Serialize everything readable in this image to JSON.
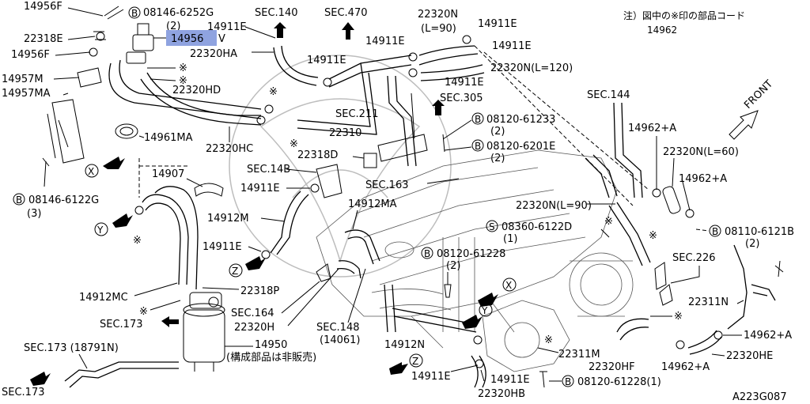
{
  "note": {
    "line1": "注）図中の※印の部品コード",
    "line2": "14962"
  },
  "figure_code": "A223G087",
  "front_label": "FRONT",
  "highlight_color": "#8fa3e0",
  "labels": {
    "p14956F_top": "14956F",
    "b08146_6252G": "08146-6252G",
    "b08146_6252G_qty": "(2)",
    "p22318E": "22318E",
    "p14956F_low": "14956F",
    "p14956_hl": "14956",
    "p14956_suffix": "V",
    "p14957M": "14957M",
    "p14957MA": "14957MA",
    "sec140": "SEC.140",
    "p14911E_a": "14911E",
    "p22320HA": "22320HA",
    "sec470": "SEC.470",
    "p22320N_90_top": "22320N",
    "p22320N_90_top_len": "(L=90)",
    "p14911E_b": "14911E",
    "p14911E_c": "14911E",
    "p14911E_d": "14911E",
    "p22320N_120": "22320N(L=120)",
    "p14911E_e": "14911E",
    "p14911E_f": "14911E",
    "p22320HD": "22320HD",
    "sec305": "SEC.305",
    "sec211": "SEC.211",
    "sec144": "SEC.144",
    "b08120_61233": "08120-61233",
    "b08120_61233_qty": "(2)",
    "p22310": "22310",
    "b08120_6201E": "08120-6201E",
    "b08120_6201E_qty": "(2)",
    "p14961MA": "14961MA",
    "p22320HC": "22320HC",
    "p22318D": "22318D",
    "p14962A_1": "14962+A",
    "p22320N_60": "22320N(L=60)",
    "sec14B": "SEC.14B",
    "p14907": "14907",
    "sec163": "SEC.163",
    "p14962A_2": "14962+A",
    "p14911E_g": "14911E",
    "b08146_6122G": "08146-6122G",
    "b08146_6122G_qty": "(3)",
    "p14912MA": "14912MA",
    "p22320N_90_mid": "22320N(L=90)",
    "p14912M": "14912M",
    "s08360_6122D": "08360-6122D",
    "s08360_6122D_qty": "(1)",
    "b08110_6121B": "08110-6121B",
    "b08110_6121B_qty": "(2)",
    "p14911E_h": "14911E",
    "b08120_61228_a": "08120-61228",
    "b08120_61228_a_qty": "(2)",
    "sec226": "SEC.226",
    "p22318P": "22318P",
    "p14912MC": "14912MC",
    "sec164": "SEC.164",
    "p22311N": "22311N",
    "sec173_a": "SEC.173",
    "p22320H": "22320H",
    "sec148": "SEC.148",
    "sec148_sub": "(14061)",
    "p14962A_3": "14962+A",
    "p14912N": "14912N",
    "p14950": "14950",
    "p14950_note": "(構成部品は非販売)",
    "p22320HE": "22320HE",
    "sec173_18791N": "SEC.173 (18791N)",
    "p22311M": "22311M",
    "p22320HF": "22320HF",
    "p14962A_4": "14962+A",
    "p14911E_i": "14911E",
    "p14911E_j": "14911E",
    "b08120_61228_b": "08120-61228(1)",
    "p22320HB": "22320HB",
    "sec173_b": "SEC.173"
  },
  "markers": {
    "bolt": "B",
    "screw": "S",
    "ref_x": "X",
    "ref_y": "Y",
    "ref_z": "Z",
    "asterisk": "※"
  }
}
